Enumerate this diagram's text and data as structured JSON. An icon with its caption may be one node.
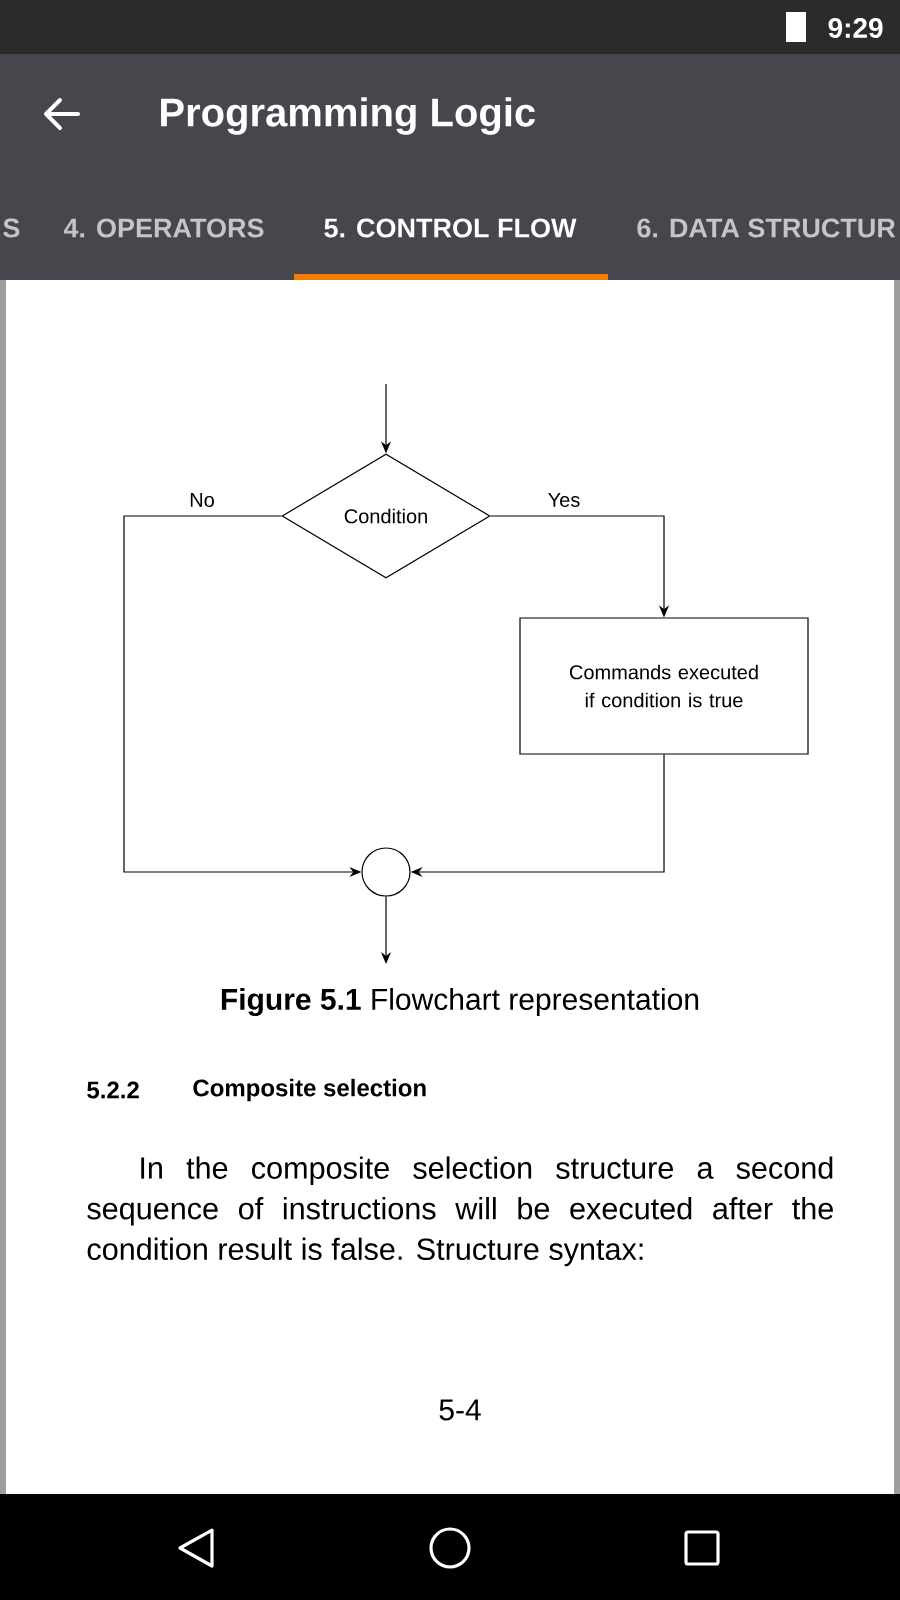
{
  "diagram": {
    "title": "Programming Logic",
    "caption": "**Figure 5.1** Flowchart representation",
    "nodes": [
      {
        "text": [
          "Condition"
        ]
      },
      {
        "text": [
          "Commands executed if condition is true"
        ]
      },
      {
        "text": [],
        "shape": "circle"
      }
    ],
    "edges": [
      {
        "from": null,
        "to": 0,
        "arrow": "to"
      },
      {
        "from": 0,
        "to": 2,
        "arrow": "to",
        "label": "No"
      },
      {
        "from": 0,
        "to": 1,
        "arrow": "to",
        "label": "Yes"
      },
      {
        "from": 1,
        "to": 2,
        "arrow": "to"
      },
      {
        "from": 2,
        "to": null,
        "arrow": "to"
      }
    ],
    "labels": [
      "9:29",
      "S",
      "4. OPERATORS",
      "5. CONTROL FLOW",
      "6. DATA STRUCTUR",
      "5.2.2",
      "Composite selection",
      "In the composite selection structure a second sequence of instructions will be executed after the condition result is false. Structure syntax:",
      "5-4"
    ]
  }
}
